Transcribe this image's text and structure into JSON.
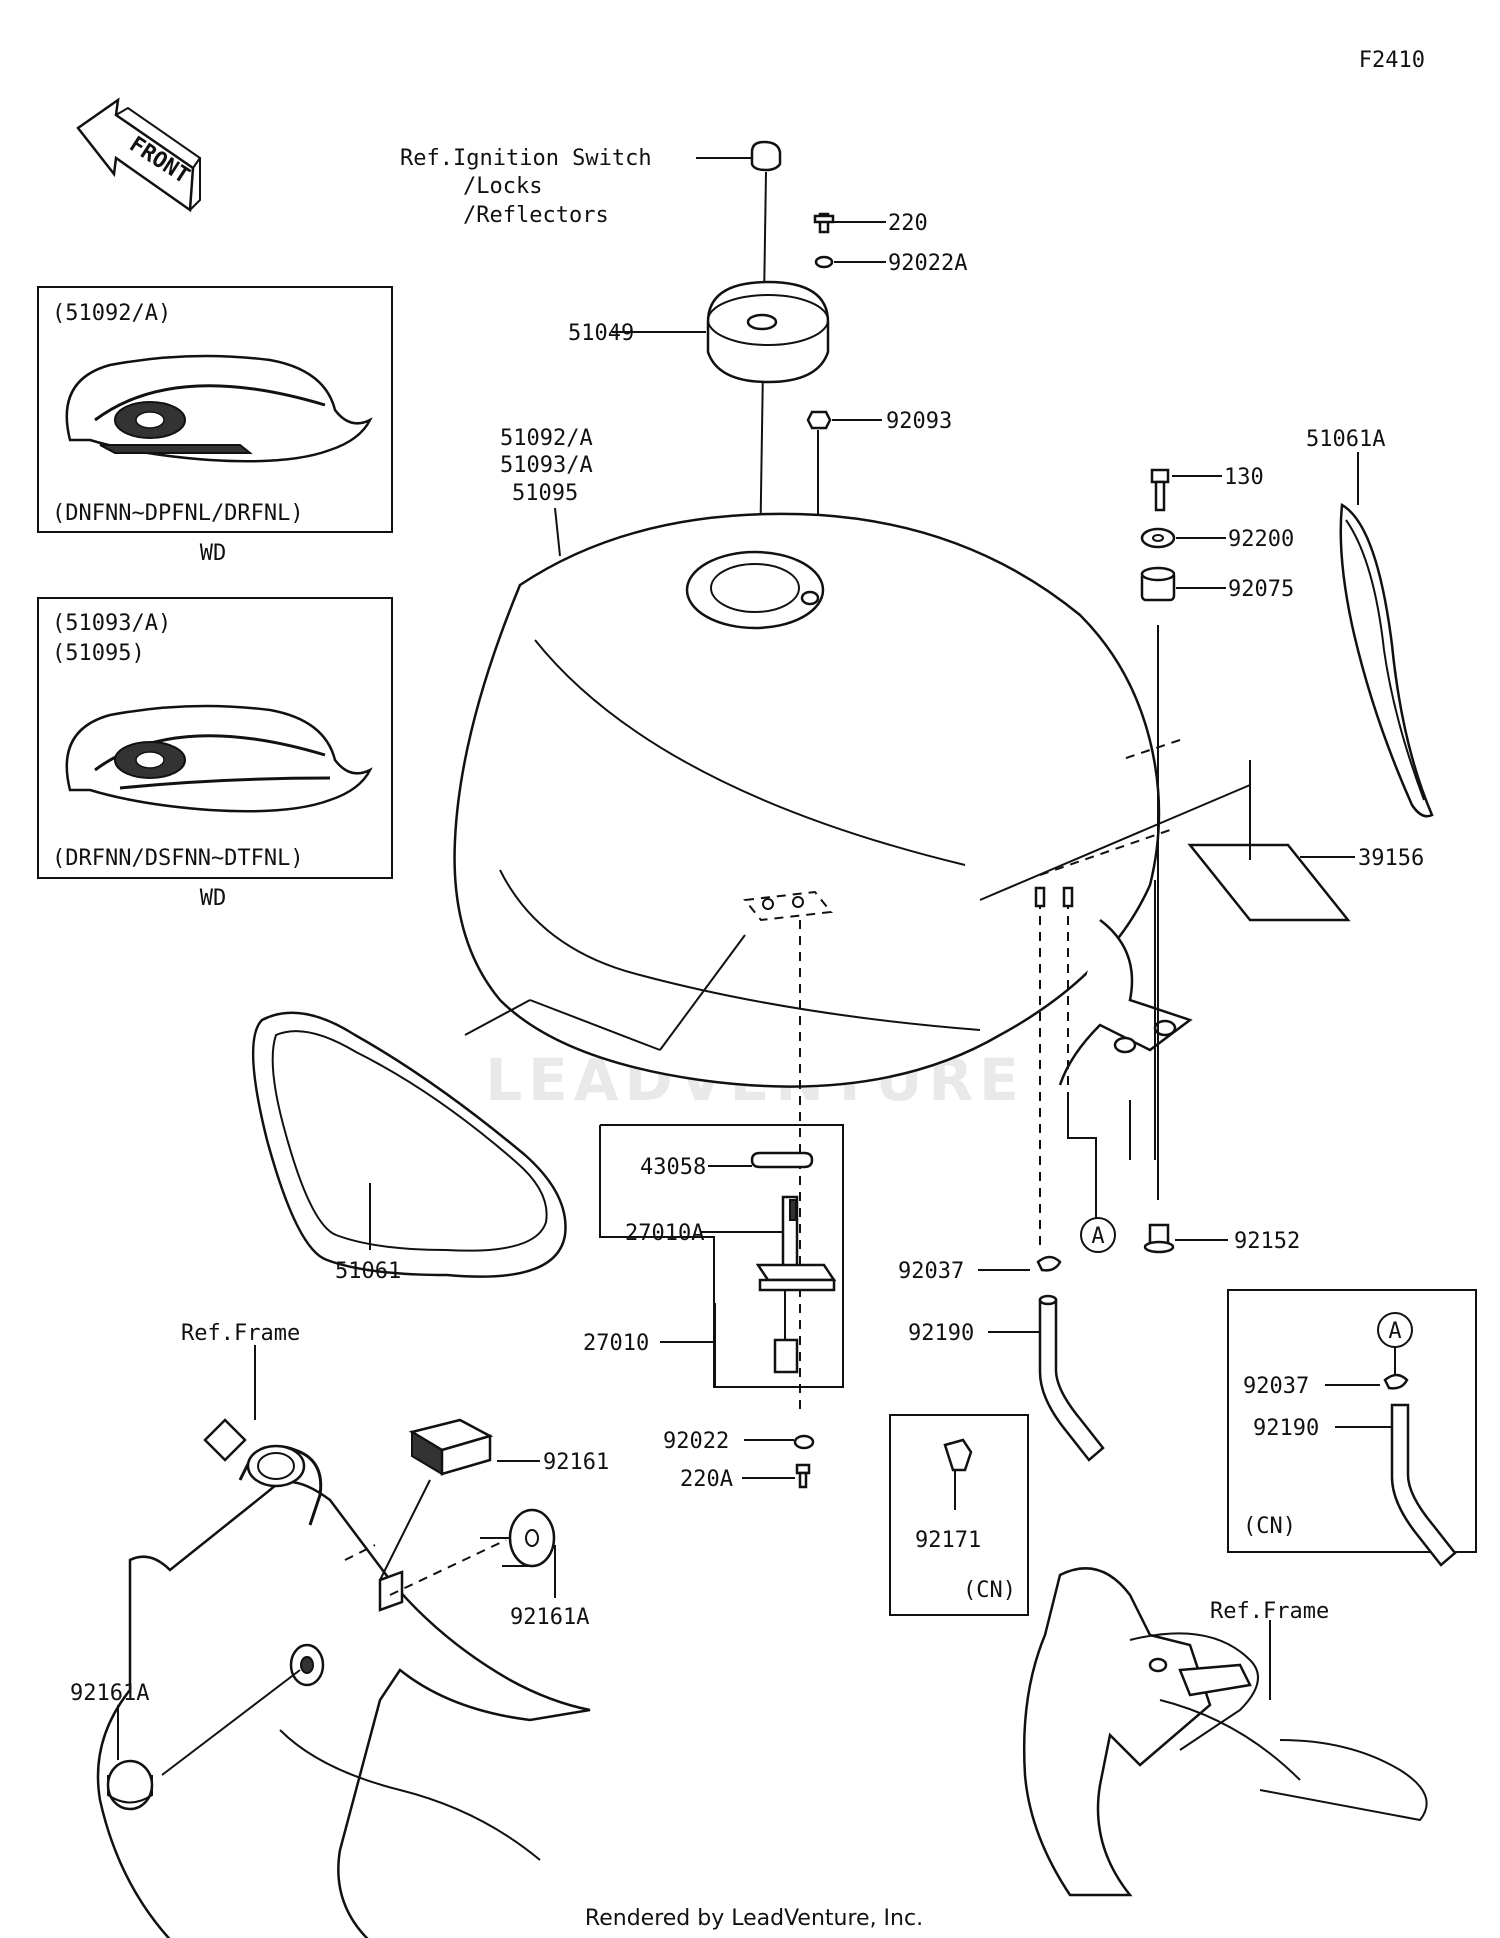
{
  "diagram_code": "F2410",
  "front_label": "FRONT",
  "ref_ignition": [
    "Ref.Ignition Switch",
    "/Locks",
    "/Reflectors"
  ],
  "variant_boxes": [
    {
      "codes": [
        "(51092/A)"
      ],
      "models": "(DNFNN~DPFNL/DRFNL)",
      "region": "WD"
    },
    {
      "codes": [
        "(51093/A)",
        "(51095)"
      ],
      "models": "(DRFNN/DSFNN~DTFNL)",
      "region": "WD"
    }
  ],
  "tank_numbers": [
    "51092/A",
    "51093/A",
    "51095"
  ],
  "parts": {
    "p220": "220",
    "p92022A": "92022A",
    "p51049": "51049",
    "p92093": "92093",
    "p130": "130",
    "p92200": "92200",
    "p92075": "92075",
    "p51061A": "51061A",
    "p39156": "39156",
    "p51061": "51061",
    "p43058": "43058",
    "p27010A": "27010A",
    "p27010": "27010",
    "p92022": "92022",
    "p220A": "220A",
    "p92037": "92037",
    "p92190": "92190",
    "p92152": "92152",
    "p92171": "92171",
    "p92161": "92161",
    "p92161A_right": "92161A",
    "p92161A_left": "92161A"
  },
  "ref_frame": "Ref.Frame",
  "marker_a": "A",
  "cn_box": {
    "marker": "A",
    "p92037": "92037",
    "p92190": "92190",
    "tag": "(CN)"
  },
  "cn_tag_92171": "(CN)",
  "watermark": "LEADVENTURE",
  "footer": "Rendered by LeadVenture, Inc."
}
